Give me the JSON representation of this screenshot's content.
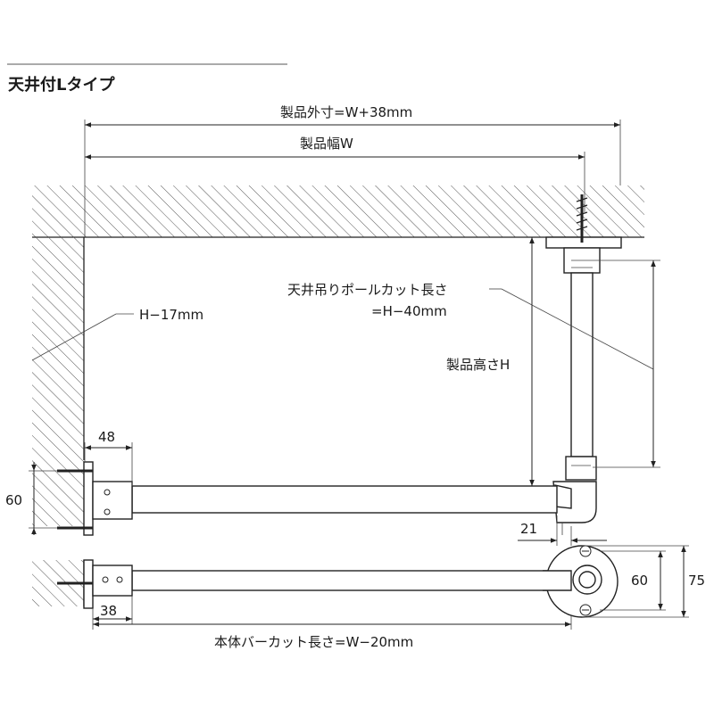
{
  "title": "天井付Lタイプ",
  "labels": {
    "outer_size": "製品外寸=W+38mm",
    "width": "製品幅W",
    "wall_offset": "H−17mm",
    "pole_cut_line1": "天井吊りポールカット長さ",
    "pole_cut_line2": "=H−40mm",
    "height": "製品高さH",
    "bar_cut": "本体バーカット長さ=W−20mm"
  },
  "dimensions": {
    "d48": "48",
    "d60_left": "60",
    "d21": "21",
    "d38": "38",
    "d60_right": "60",
    "d75": "75"
  }
}
